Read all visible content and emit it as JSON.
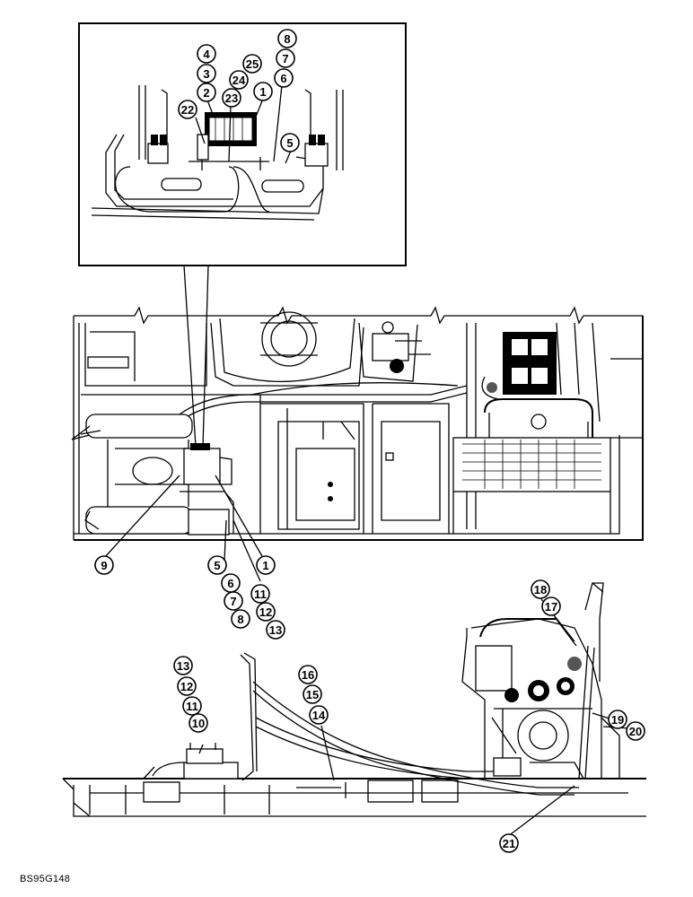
{
  "figure_code": "BS95G148",
  "callouts": {
    "inset": [
      "8",
      "7",
      "6",
      "4",
      "3",
      "2",
      "25",
      "24",
      "23",
      "22",
      "1",
      "5"
    ],
    "middle": [
      "9",
      "1",
      "5",
      "6",
      "7",
      "8",
      "11",
      "12",
      "13"
    ],
    "bottom": [
      "18",
      "17",
      "13",
      "12",
      "11",
      "10",
      "16",
      "15",
      "14",
      "19",
      "20",
      "21"
    ]
  }
}
